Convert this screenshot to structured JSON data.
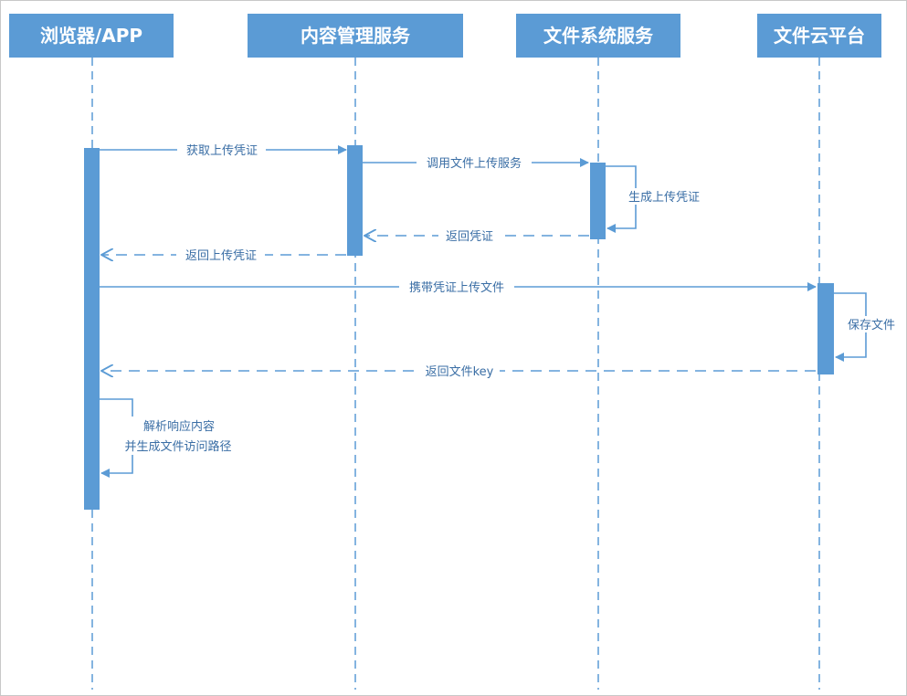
{
  "participants": [
    {
      "id": "browser",
      "label": "浏览器/APP"
    },
    {
      "id": "cms",
      "label": "内容管理服务"
    },
    {
      "id": "fss",
      "label": "文件系统服务"
    },
    {
      "id": "cloud",
      "label": "文件云平台"
    }
  ],
  "messages": [
    {
      "id": "m1",
      "label": "获取上传凭证",
      "from": "browser",
      "to": "cms",
      "style": "solid"
    },
    {
      "id": "m2",
      "label": "调用文件上传服务",
      "from": "cms",
      "to": "fss",
      "style": "solid"
    },
    {
      "id": "m3",
      "label": "生成上传凭证",
      "from": "fss",
      "to": "fss",
      "style": "self"
    },
    {
      "id": "m4",
      "label": "返回凭证",
      "from": "fss",
      "to": "cms",
      "style": "dashed"
    },
    {
      "id": "m5",
      "label": "返回上传凭证",
      "from": "cms",
      "to": "browser",
      "style": "dashed"
    },
    {
      "id": "m6",
      "label": "携带凭证上传文件",
      "from": "browser",
      "to": "cloud",
      "style": "solid"
    },
    {
      "id": "m7",
      "label": "保存文件",
      "from": "cloud",
      "to": "cloud",
      "style": "self"
    },
    {
      "id": "m8",
      "label": "返回文件key",
      "from": "cloud",
      "to": "browser",
      "style": "dashed"
    },
    {
      "id": "m9",
      "label_line1": "解析响应内容",
      "label_line2": "并生成文件访问路径",
      "from": "browser",
      "to": "browser",
      "style": "self"
    }
  ],
  "colors": {
    "box": "#5b9bd5",
    "line": "#5b9bd5",
    "text": "#3a6ea5",
    "box_text": "#ffffff"
  }
}
